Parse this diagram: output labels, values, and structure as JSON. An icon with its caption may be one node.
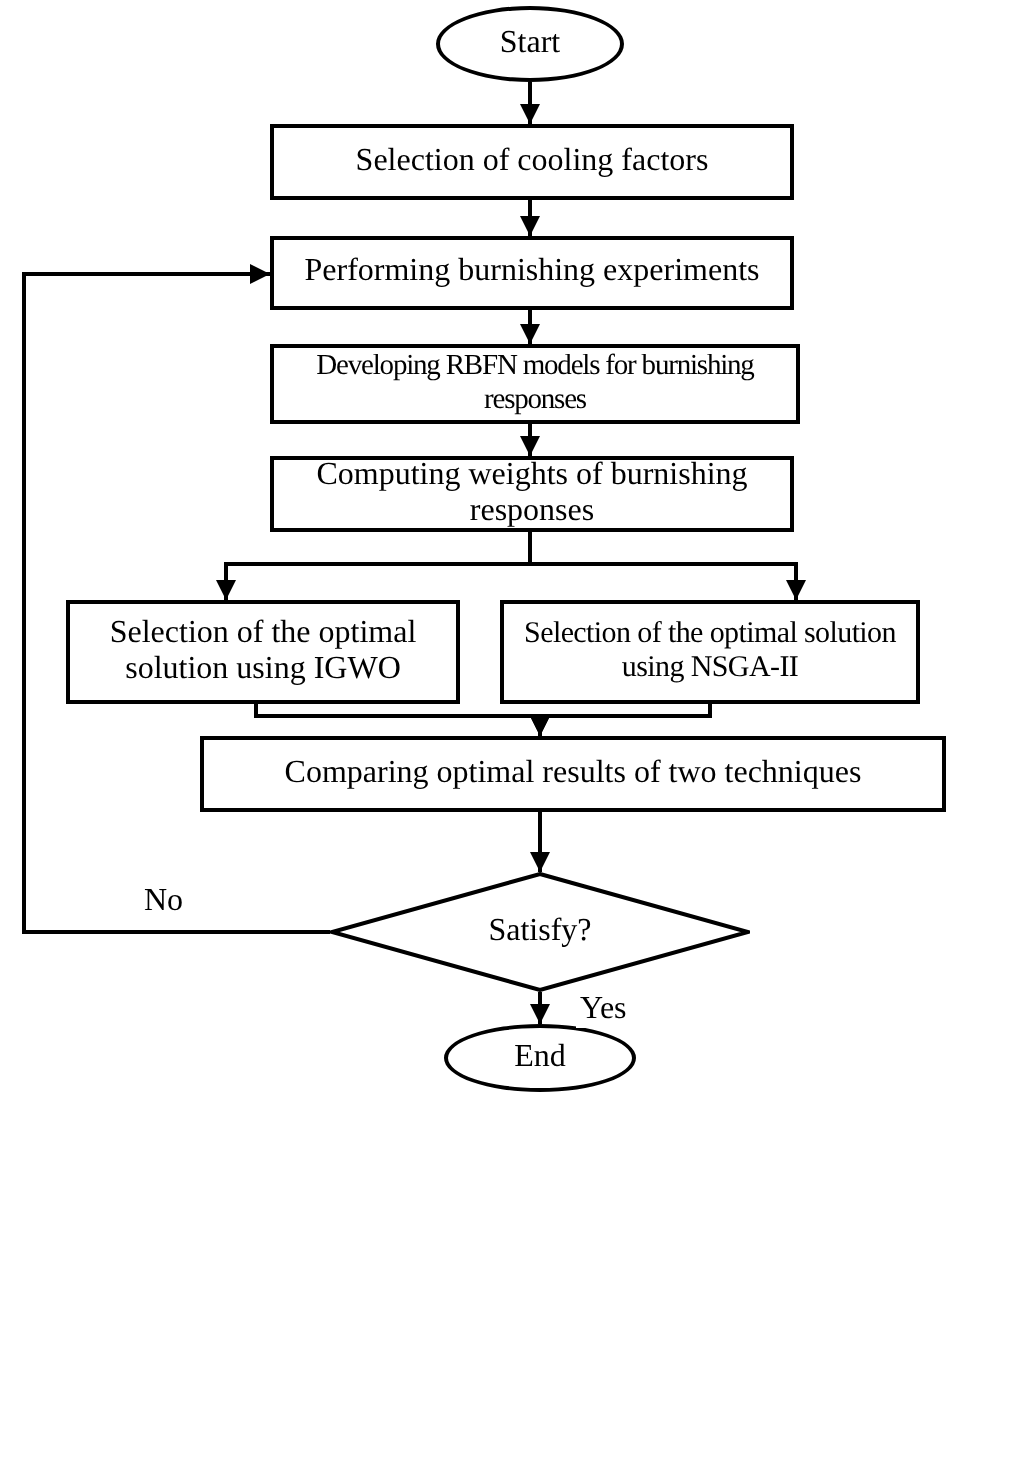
{
  "diagram": {
    "nodes": [
      {
        "text": [
          "Start"
        ]
      },
      {
        "text": [
          "Selection of cooling factors"
        ]
      },
      {
        "text": [
          "Performing burnishing experiments"
        ]
      },
      {
        "text": [
          "Developing RBFN models for burnishing responses"
        ]
      },
      {
        "text": [
          "Computing weights of burnishing responses"
        ]
      },
      {
        "text": [
          "Selection of the optimal solution using IGWO"
        ]
      },
      {
        "text": [
          "Selection of the optimal solution using NSGA-II"
        ]
      },
      {
        "text": [
          "Comparing optimal results of two techniques"
        ]
      },
      {
        "text": [
          "Satisfy?"
        ]
      },
      {
        "text": [
          "End"
        ]
      }
    ],
    "edges": [
      {
        "from": 0,
        "to": 1,
        "arrow": "to"
      },
      {
        "from": 1,
        "to": 2,
        "arrow": "to"
      },
      {
        "from": 2,
        "to": 3,
        "arrow": "to"
      },
      {
        "from": 3,
        "to": 4,
        "arrow": "to"
      },
      {
        "from": 4,
        "to": 5,
        "arrow": "to"
      },
      {
        "from": 4,
        "to": 6,
        "arrow": "to"
      },
      {
        "from": 5,
        "to": 7,
        "arrow": "to"
      },
      {
        "from": 6,
        "to": 7,
        "arrow": "to"
      },
      {
        "from": 7,
        "to": 8,
        "arrow": "to"
      },
      {
        "from": 8,
        "to": 2,
        "label": "No",
        "arrow": "to"
      },
      {
        "from": 8,
        "to": 9,
        "label": "Yes",
        "arrow": "to"
      }
    ]
  }
}
